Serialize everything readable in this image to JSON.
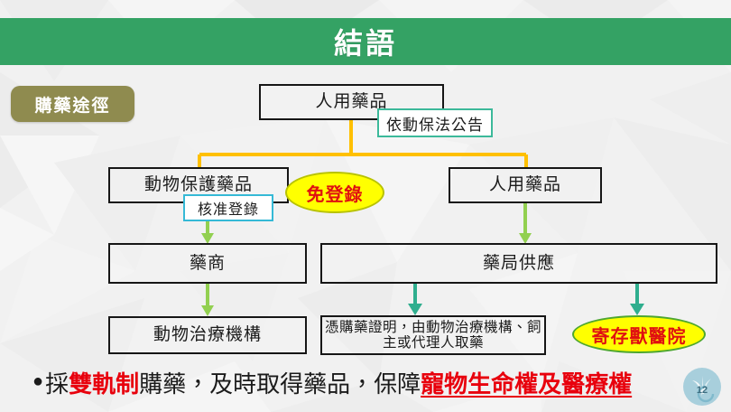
{
  "slide": {
    "title": "結語",
    "page_number": "12",
    "colors": {
      "header_green": "#34a264",
      "badge_olive": "#8f8b4f",
      "connector_yellow": "#ffc000",
      "connector_green": "#70ad47",
      "connector_teal": "#2fae8e",
      "ellipse_yellow": "#ffff00",
      "accent_red": "#e8000d",
      "note_teal_border": "#3cb99a",
      "note_cyan_border": "#35b9d6",
      "box_border": "#161616",
      "background": "#f0f0f0"
    }
  },
  "badge": {
    "label": "購藥途徑"
  },
  "diagram": {
    "boxes": {
      "human_drug_top": "人用藥品",
      "animal_protection_drug": "動物保護藥品",
      "human_drug_mid": "人用藥品",
      "drug_dealer": "藥商",
      "pharmacy_supply": "藥局供應",
      "animal_clinic": "動物治療機構",
      "proof_note": "憑購藥證明，由動物治療機構、飼主或代理人取藥"
    },
    "notes": {
      "announcement": "依動保法公告",
      "approval_registration": "核准登錄"
    },
    "ellipses": {
      "no_registration": "免登錄",
      "deposit_vet_hospital": "寄存獸醫院"
    }
  },
  "bottom": {
    "bullet": "●",
    "part1": "採",
    "highlight1": "雙軌制",
    "part2": "購藥，及時取得藥品，保障",
    "highlight2": "寵物生命權及醫療權"
  }
}
